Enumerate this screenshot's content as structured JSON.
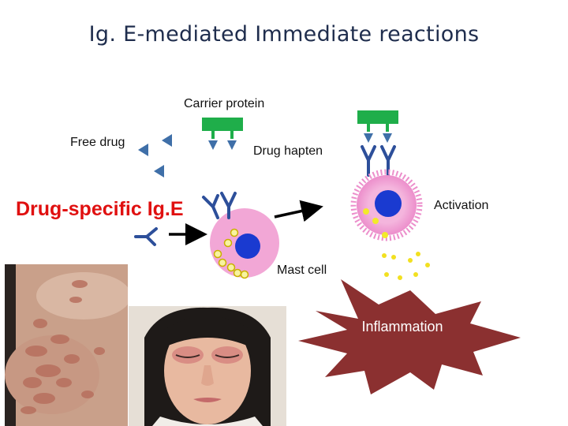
{
  "title": "Ig. E-mediated Immediate reactions",
  "labels": {
    "carrier_protein": "Carrier protein",
    "free_drug": "Free drug",
    "drug_hapten": "Drug hapten",
    "drug_specific_ige": "Drug-specific Ig.E",
    "activation": "Activation",
    "mast_cell": "Mast cell",
    "inflammation": "Inflammation"
  },
  "colors": {
    "title": "#1f2d4d",
    "ige_label": "#e01010",
    "carrier_protein": "#1fae4a",
    "drug_triangle": "#3f6fa8",
    "antibody": "#2d4f9a",
    "mast_cell_body": "#f2a7d6",
    "mast_cell_nucleus": "#1a3ad0",
    "granule": "#f2ea2a",
    "inflammation_burst": "#8b3030"
  },
  "photos": [
    {
      "subject": "skin-urticaria-photo"
    },
    {
      "subject": "facial-angioedema-photo"
    }
  ]
}
